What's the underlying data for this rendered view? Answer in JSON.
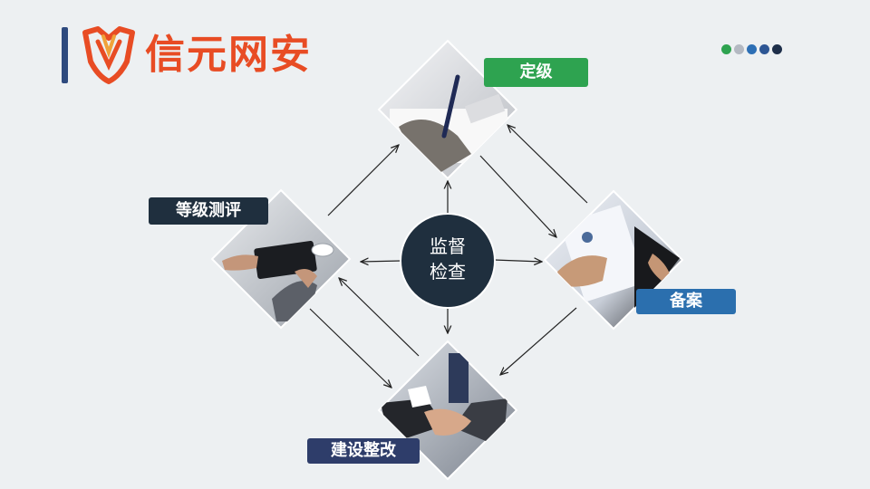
{
  "logo": {
    "brand_name": "信元网安",
    "color": "#e84c24"
  },
  "dots": [
    "#2ea350",
    "#b4b9c2",
    "#2d6fb5",
    "#2d5694",
    "#1e2f4a"
  ],
  "center": {
    "line1": "监督",
    "line2": "检查",
    "color": "#1f2f3e"
  },
  "nodes": {
    "top": {
      "label": "定级",
      "color": "#2ea350"
    },
    "right": {
      "label": "备案",
      "color": "#2b6fae"
    },
    "bottom": {
      "label": "建设整改",
      "color": "#2e3d6a"
    },
    "left": {
      "label": "等级测评",
      "color": "#1f2f3e"
    }
  }
}
